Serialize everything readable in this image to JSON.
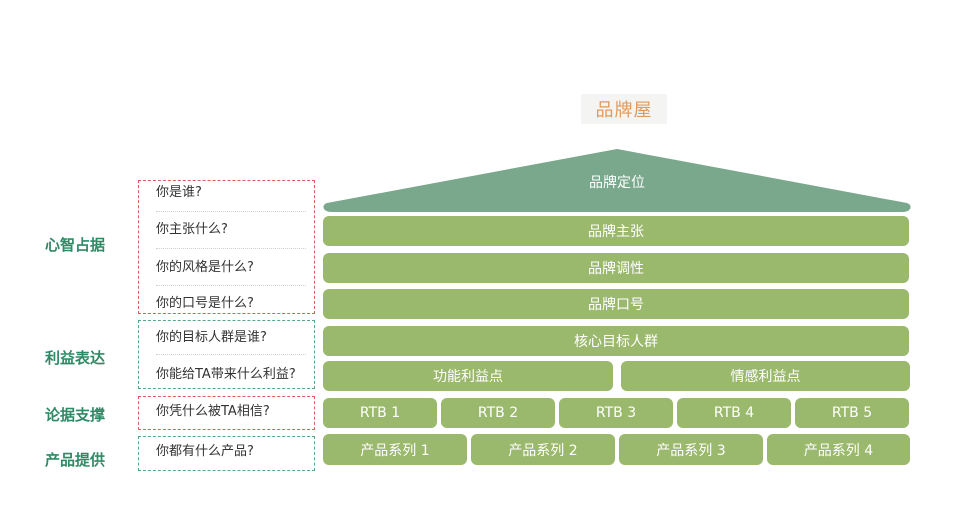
{
  "title": "品牌屋",
  "roof": {
    "label": "品牌定位",
    "color": "#7aa88c"
  },
  "bars": {
    "brand_claim": "品牌主张",
    "brand_tone": "品牌调性",
    "brand_slogan": "品牌口号",
    "target_group": "核心目标人群",
    "functional_benefit": "功能利益点",
    "emotional_benefit": "情感利益点",
    "rtb": [
      "RTB 1",
      "RTB 2",
      "RTB 3",
      "RTB 4",
      "RTB 5"
    ],
    "products": [
      "产品系列 1",
      "产品系列 2",
      "产品系列 3",
      "产品系列 4"
    ]
  },
  "categories": {
    "mind": "心智占据",
    "benefit": "利益表达",
    "support": "论据支撑",
    "product": "产品提供"
  },
  "questions": {
    "who": "你是谁?",
    "claim": "你主张什么?",
    "style": "你的风格是什么?",
    "slogan": "你的口号是什么?",
    "target": "你的目标人群是谁?",
    "benefit": "你能给TA带来什么利益?",
    "trust": "你凭什么被TA相信?",
    "products": "你都有什么产品?"
  },
  "colors": {
    "bar": "#9bb96d",
    "roof": "#7aa88c",
    "title": "#e29a5b",
    "category": "#2f8a66",
    "dash_red": "#e05c5c",
    "dash_green": "#5aa58d"
  }
}
